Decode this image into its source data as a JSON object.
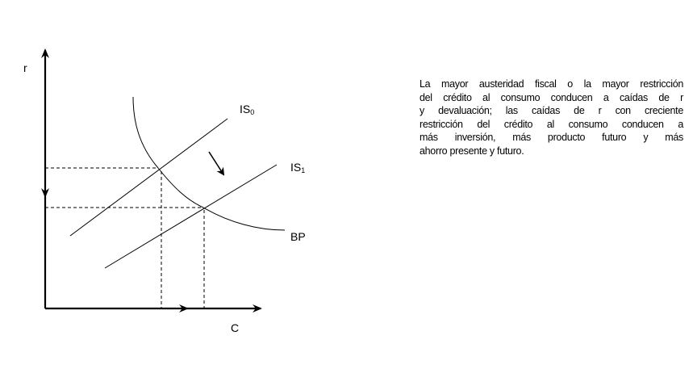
{
  "diagram": {
    "y_axis_label": "r",
    "x_axis_label": "C",
    "curves": [
      {
        "name": "IS",
        "subscript": "0"
      },
      {
        "name": "IS",
        "subscript": "1"
      },
      {
        "name": "BP"
      }
    ]
  },
  "caption": {
    "lines": [
      "La mayor austeridad fiscal o la mayor restricción",
      "del crédito al consumo conducen a caídas de r",
      "y devaluación; las caídas de r con creciente",
      "restricción del crédito al consumo conducen a",
      "más inversión, más producto futuro y más",
      "ahorro presente  y futuro."
    ]
  }
}
